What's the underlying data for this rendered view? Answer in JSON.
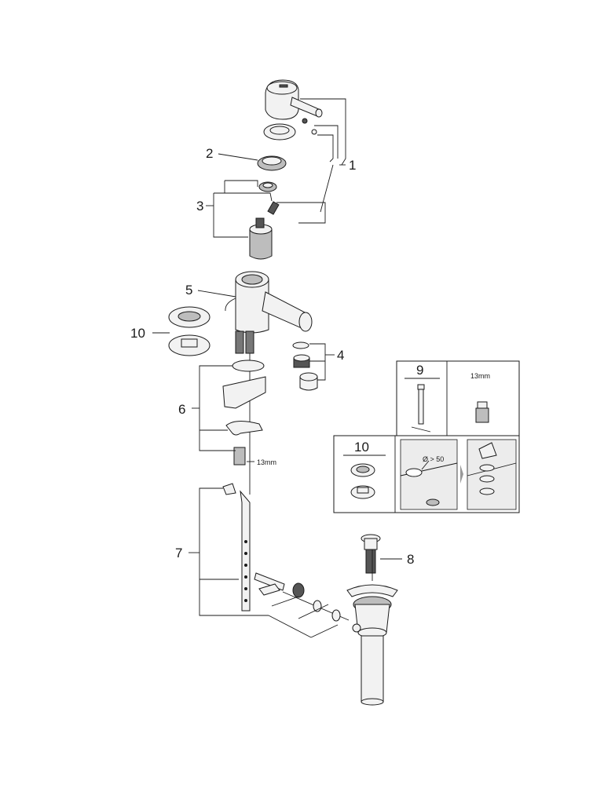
{
  "callouts": {
    "c1": "1",
    "c2": "2",
    "c3": "3",
    "c4": "4",
    "c5": "5",
    "c6": "6",
    "c7": "7",
    "c8": "8",
    "c10": "10"
  },
  "dimension_label": "13mm",
  "tool_panel": {
    "number": "9",
    "size_label": "13mm"
  },
  "install_panel": {
    "number": "10",
    "hole_label": "Ø > 50"
  }
}
